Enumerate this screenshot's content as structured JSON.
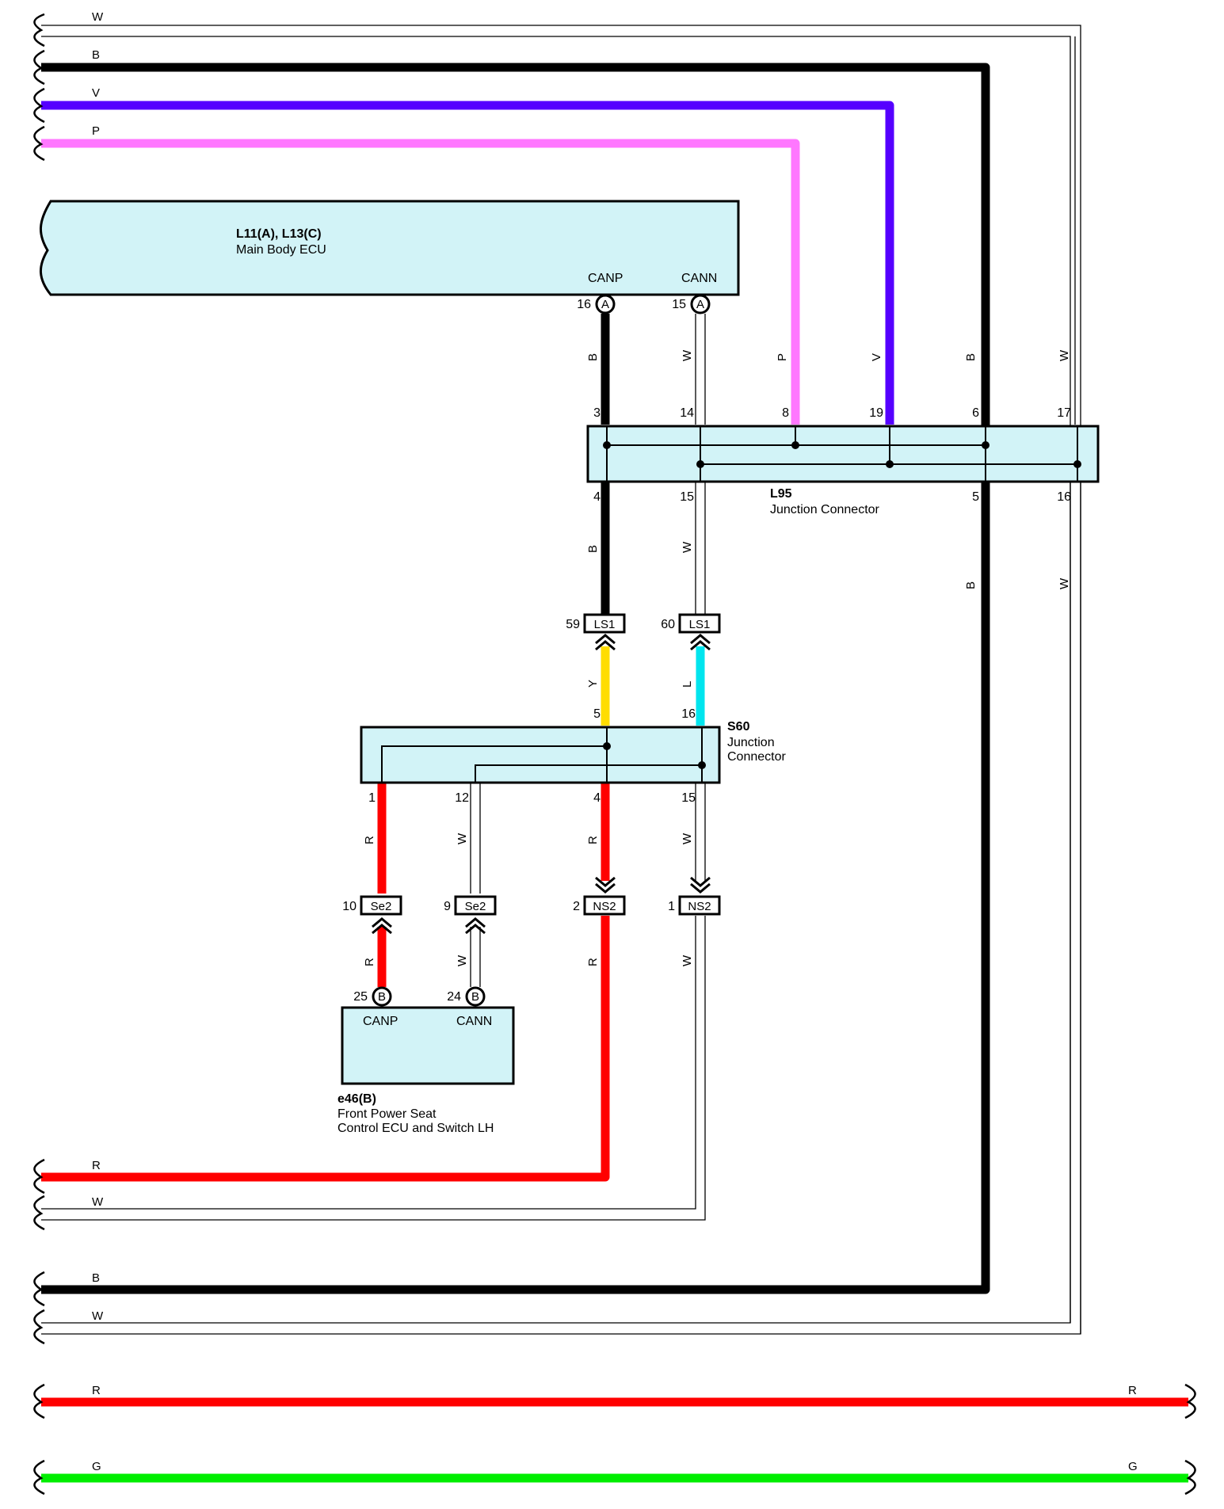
{
  "components": {
    "main_body_ecu": {
      "id": "L11(A), L13(C)",
      "name": "Main Body ECU",
      "pin_canp": "CANP",
      "pin_cann": "CANN"
    },
    "l95": {
      "id": "L95",
      "name": "Junction Connector"
    },
    "s60": {
      "id": "S60",
      "name_line1": "Junction",
      "name_line2": "Connector"
    },
    "e46": {
      "id": "e46(B)",
      "name_line1": "Front Power Seat",
      "name_line2": "Control ECU and Switch LH",
      "pin_canp": "CANP",
      "pin_cann": "CANN"
    }
  },
  "connector_tags": {
    "a16": {
      "pin": "16",
      "code": "A"
    },
    "a15": {
      "pin": "15",
      "code": "A"
    },
    "ls1_59": {
      "pin": "59",
      "code": "LS1"
    },
    "ls1_60": {
      "pin": "60",
      "code": "LS1"
    },
    "se2_10": {
      "pin": "10",
      "code": "Se2"
    },
    "se2_9": {
      "pin": "9",
      "code": "Se2"
    },
    "ns2_2": {
      "pin": "2",
      "code": "NS2"
    },
    "ns2_1": {
      "pin": "1",
      "code": "NS2"
    },
    "b25": {
      "pin": "25",
      "code": "B"
    },
    "b24": {
      "pin": "24",
      "code": "B"
    }
  },
  "l95_pins": {
    "top": [
      "3",
      "14",
      "8",
      "19",
      "6",
      "17"
    ],
    "bottom": [
      "4",
      "15",
      "5",
      "16"
    ]
  },
  "s60_pins": {
    "top": [
      "5",
      "16"
    ],
    "bottom": [
      "1",
      "12",
      "4",
      "15"
    ]
  },
  "wire_labels": {
    "left_top": [
      "W",
      "B",
      "V",
      "P"
    ],
    "left_bottom": [
      "R",
      "W",
      "B",
      "W",
      "R",
      "G"
    ],
    "right_bottom": [
      "R",
      "G"
    ],
    "upper_vertical": [
      "B",
      "W",
      "P",
      "V",
      "B",
      "W"
    ],
    "mid_vertical": [
      "B",
      "W",
      "B",
      "W"
    ],
    "splice_vertical": [
      "Y",
      "L"
    ],
    "lower_vertical": [
      "R",
      "W",
      "R",
      "W"
    ],
    "bottom_vertical": [
      "R",
      "W",
      "R",
      "W"
    ]
  },
  "wire_colors": {
    "B": "#000000",
    "V": "#5500ff",
    "P": "#ff77ff",
    "R": "#ff0000",
    "G": "#00ee00",
    "Y": "#ffdd00",
    "L": "#00e5ee",
    "box_fill": "#d2f3f7"
  }
}
